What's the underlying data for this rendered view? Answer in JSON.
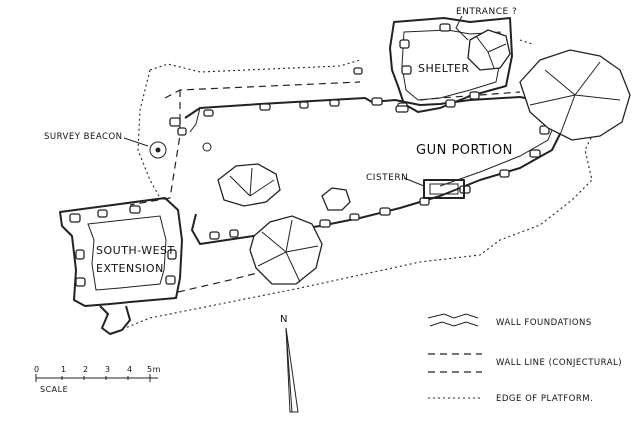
{
  "labels": {
    "entrance": "ENTRANCE ?",
    "shelter": "SHELTER",
    "survey_beacon": "SURVEY BEACON",
    "gun_portion": "GUN PORTION",
    "cistern": "CISTERN",
    "south_west": "SOUTH-WEST",
    "extension": "EXTENSION",
    "north": "N"
  },
  "scale": {
    "ticks": [
      "0",
      "1",
      "2",
      "3",
      "4",
      "5m"
    ],
    "title": "SCALE"
  },
  "legend": {
    "items": [
      {
        "label": "WALL FOUNDATIONS",
        "style": "foundation"
      },
      {
        "label": "WALL LINE (CONJECTURAL)",
        "style": "dashed"
      },
      {
        "label": "EDGE OF PLATFORM.",
        "style": "dotted"
      }
    ]
  },
  "colors": {
    "ink": "#1a1a1a",
    "paper": "#ffffff"
  }
}
